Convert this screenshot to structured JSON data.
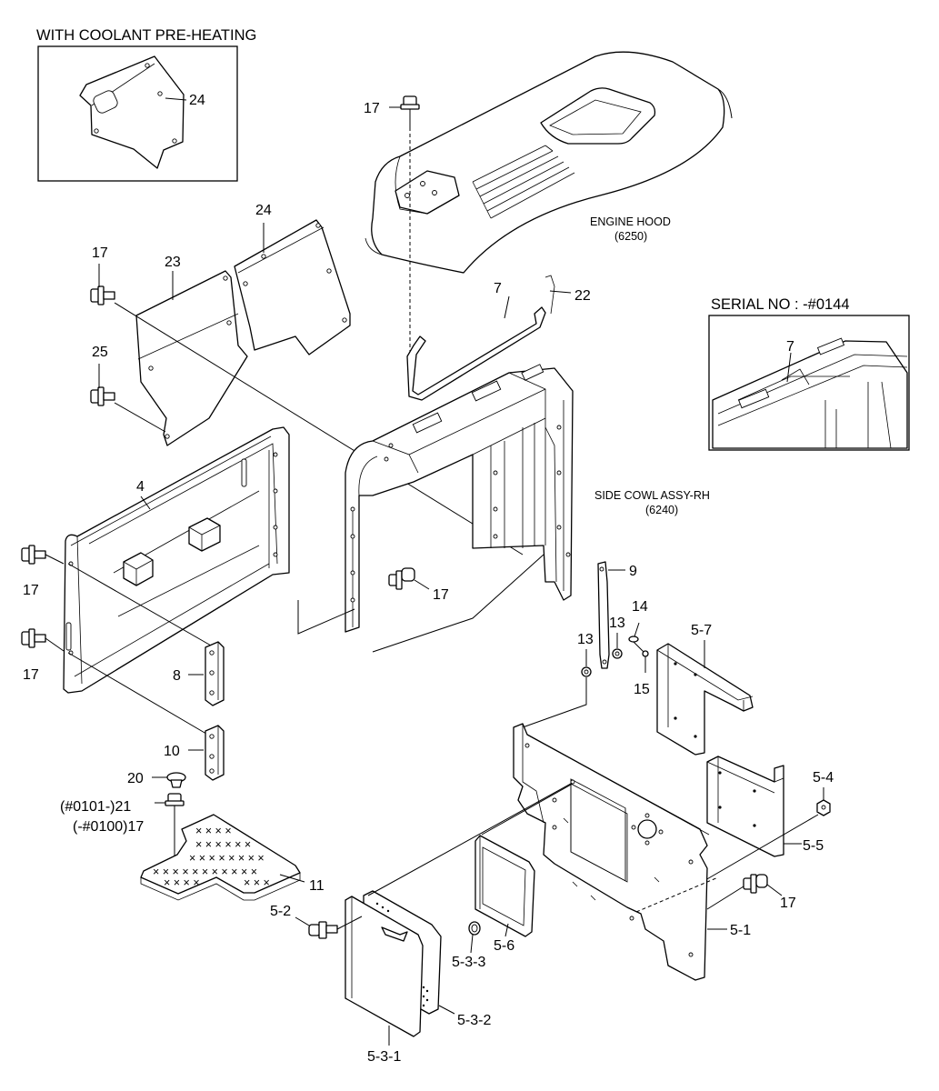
{
  "insets": {
    "coolant": {
      "title": "WITH COOLANT PRE-HEATING",
      "part": "24"
    },
    "serial": {
      "title": "SERIAL NO : -#0144",
      "part": "7"
    }
  },
  "assemblies": {
    "engine_hood": {
      "name": "ENGINE HOOD",
      "code": "(6250)"
    },
    "side_cowl": {
      "name": "SIDE COWL ASSY-RH",
      "code": "(6240)"
    }
  },
  "callouts": {
    "p17_hood": "17",
    "p24": "24",
    "p23": "23",
    "p17_left_top": "17",
    "p25": "25",
    "p7": "7",
    "p22": "22",
    "p4": "4",
    "p17_left_mid": "17",
    "p17_center": "17",
    "p17_left_low": "17",
    "p8": "8",
    "p10": "10",
    "p9": "9",
    "p13_a": "13",
    "p13_b": "13",
    "p14": "14",
    "p15": "15",
    "p5_7": "5-7",
    "p20": "20",
    "p21": "(#0101-)21",
    "p17_alt": "(-#0100)17",
    "p11": "11",
    "p5_4": "5-4",
    "p5_5": "5-5",
    "p17_right": "17",
    "p5_1": "5-1",
    "p5_2": "5-2",
    "p5_3_3": "5-3-3",
    "p5_6": "5-6",
    "p5_3_2": "5-3-2",
    "p5_3_1": "5-3-1"
  }
}
